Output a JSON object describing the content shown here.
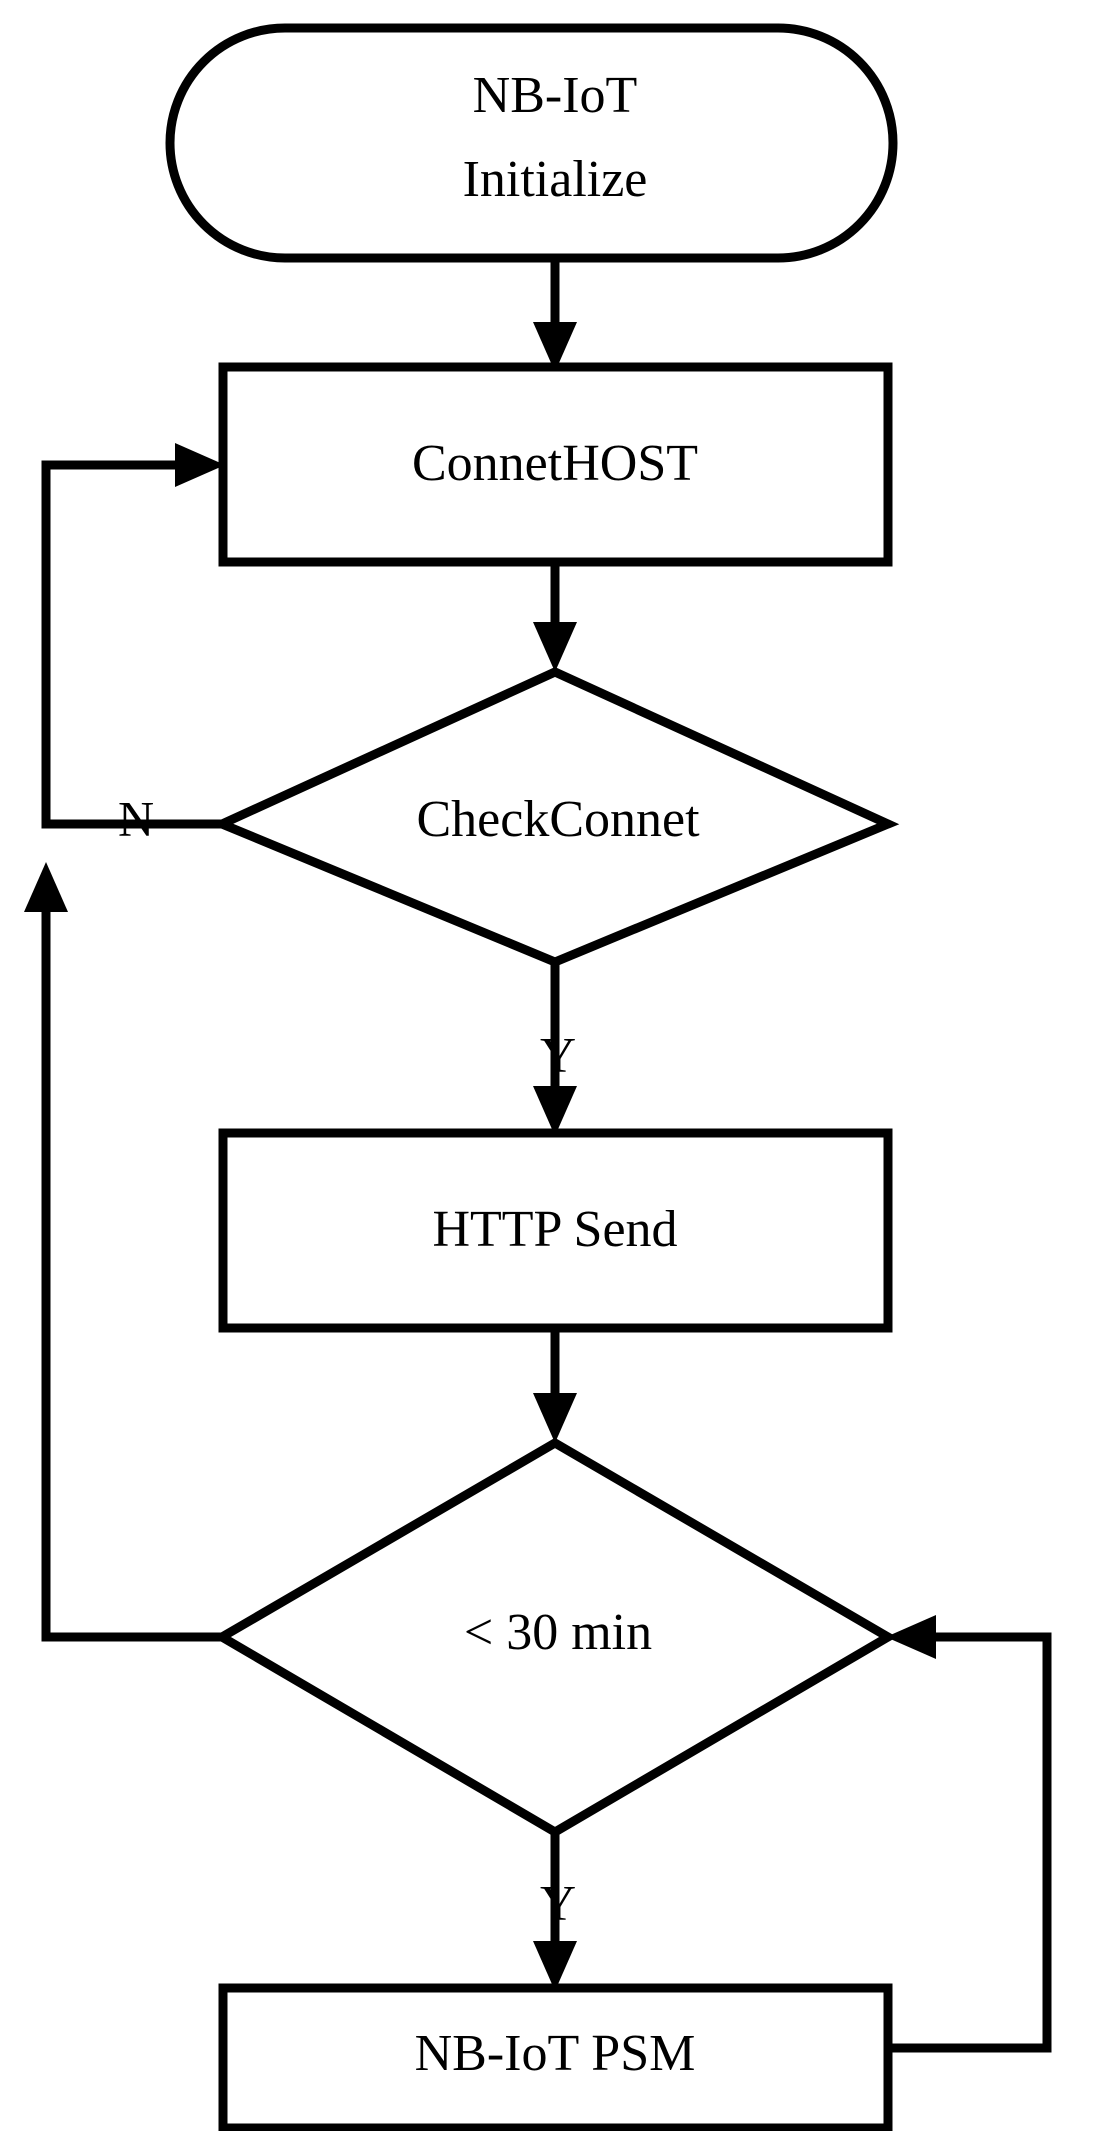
{
  "diagram": {
    "title": "NB-IoT communication flowchart",
    "type": "flowchart",
    "stroke_color": "#000000",
    "fill_color": "#ffffff",
    "background": "#ffffff",
    "nodes": [
      {
        "id": "start",
        "shape": "terminator",
        "line1": "NB-IoT",
        "line2": "Initialize"
      },
      {
        "id": "connect_host",
        "shape": "process",
        "label": "ConnetHOST"
      },
      {
        "id": "check_connet",
        "shape": "decision",
        "label": "CheckConnet"
      },
      {
        "id": "http_send",
        "shape": "process",
        "label": "HTTP Send"
      },
      {
        "id": "timer_check",
        "shape": "decision",
        "label": "< 30 min"
      },
      {
        "id": "psm",
        "shape": "process",
        "label": "NB-IoT PSM"
      }
    ],
    "edge_labels": {
      "check_connet_no": "N",
      "check_connet_yes": "Y",
      "timer_check_yes": "Y"
    },
    "edges": [
      {
        "from": "start",
        "to": "connect_host",
        "label": ""
      },
      {
        "from": "connect_host",
        "to": "check_connet",
        "label": ""
      },
      {
        "from": "check_connet",
        "to": "connect_host",
        "label": "N"
      },
      {
        "from": "check_connet",
        "to": "http_send",
        "label": "Y"
      },
      {
        "from": "http_send",
        "to": "timer_check",
        "label": ""
      },
      {
        "from": "timer_check",
        "to": "check_connet",
        "label": ""
      },
      {
        "from": "timer_check",
        "to": "psm",
        "label": "Y"
      },
      {
        "from": "psm",
        "to": "timer_check",
        "label": ""
      }
    ]
  }
}
